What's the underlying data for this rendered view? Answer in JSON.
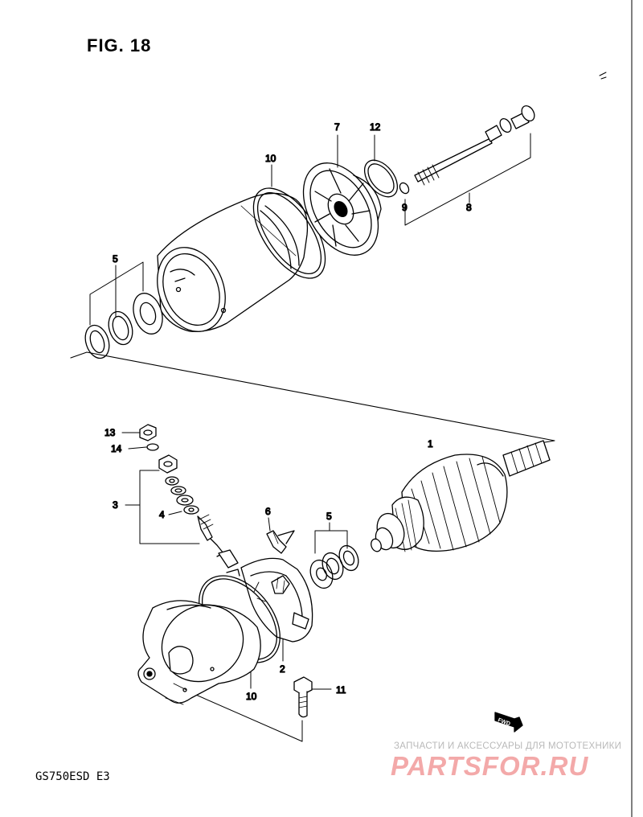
{
  "figure": {
    "title": "FIG. 18"
  },
  "model": {
    "code": "GS750ESD E3"
  },
  "callouts": {
    "armature": "1",
    "brush_holder": "2",
    "terminal_kit": "3",
    "insulator": "4",
    "washer_set_top": "5",
    "washer_set_bottom": "5",
    "brush_spring": "6",
    "end_cover": "7",
    "through_bolt": "8",
    "washer": "9",
    "o_ring_top": "10",
    "o_ring_bottom": "10",
    "bolt": "11",
    "o_ring_cover": "12",
    "nut": "13",
    "lock_washer": "14"
  },
  "badge": {
    "fwd_label": "FWD"
  },
  "watermark": {
    "subtitle": "ЗАПЧАСТИ И АКСЕССУАРЫ ДЛЯ МОТОТЕХНИКИ",
    "logo": "PARTSFOR.RU"
  },
  "colors": {
    "line": "#000000",
    "watermark_red": "#f3a9a9",
    "watermark_gray": "#b9b9b9"
  }
}
